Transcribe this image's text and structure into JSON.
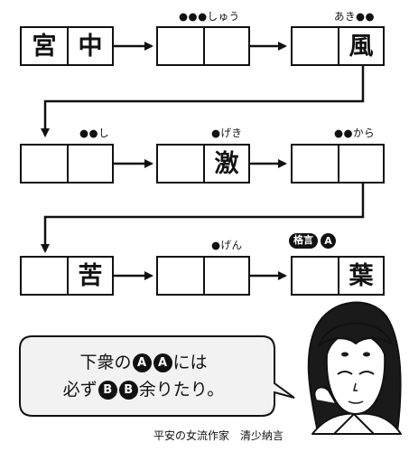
{
  "puzzle": {
    "row1": {
      "box1": {
        "cells": [
          "宮",
          "中"
        ],
        "hint": ""
      },
      "box2": {
        "cells": [
          "",
          ""
        ],
        "hint": "●●●しゅう"
      },
      "box3": {
        "cells": [
          "",
          "風"
        ],
        "hint": "あき●●"
      }
    },
    "row2": {
      "box1": {
        "cells": [
          "",
          ""
        ],
        "hint": "●●し"
      },
      "box2": {
        "cells": [
          "",
          "激"
        ],
        "hint": "●げき"
      },
      "box3": {
        "cells": [
          "",
          ""
        ],
        "hint": "●●から"
      }
    },
    "row3": {
      "box1": {
        "cells": [
          "",
          "苦"
        ],
        "hint": ""
      },
      "box2": {
        "cells": [
          "",
          ""
        ],
        "hint": "●げん"
      },
      "box3": {
        "cells": [
          "",
          "葉"
        ],
        "hint": ""
      }
    },
    "answer_tag": {
      "label": "格言",
      "letter": "A"
    }
  },
  "quote": {
    "line1": {
      "before": "下衆の",
      "letter1": "A",
      "letter2": "A",
      "after": "には"
    },
    "line2": {
      "before": "必ず",
      "letter1": "B",
      "letter2": "B",
      "after": "余りたり。"
    }
  },
  "credit": "平安の女流作家　清少納言",
  "colors": {
    "ink": "#111111",
    "bubble_fill": "#f2f2f2",
    "skin": "#ffffff",
    "hair": "#1a1a1a"
  }
}
